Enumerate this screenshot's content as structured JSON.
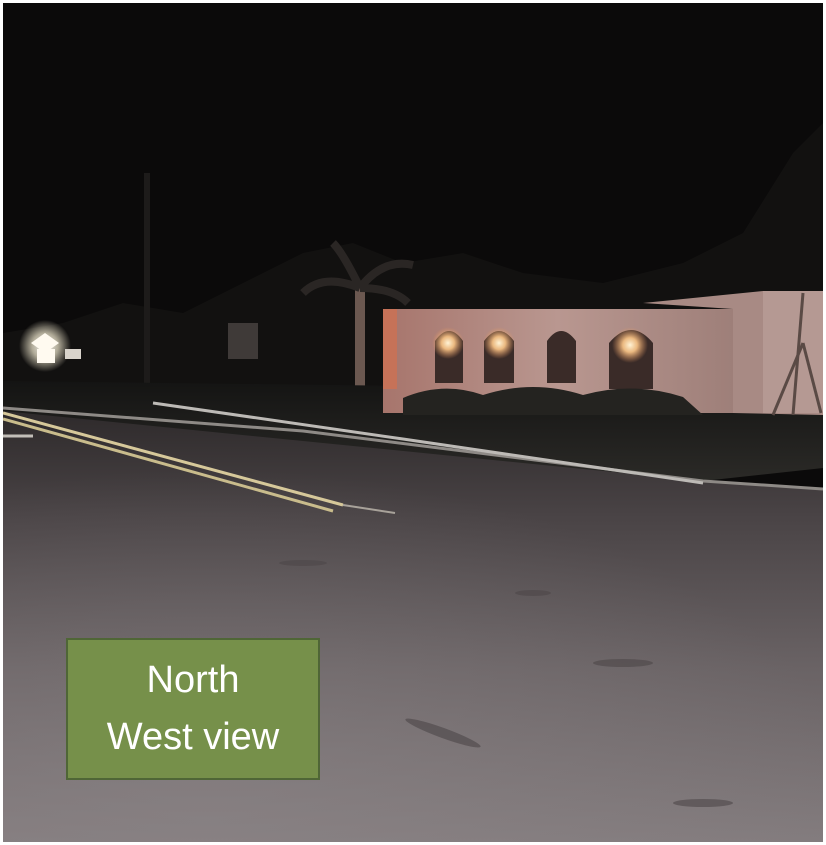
{
  "photo": {
    "scene": "night-street-view",
    "colors": {
      "sky": "#0b0a0a",
      "road": "#6d6668",
      "wall_lit": "#b7918a",
      "lamp_glow": "#ffd9a8",
      "caption_bg": "#76904a",
      "caption_border": "#4f6636",
      "caption_text": "#ffffff"
    }
  },
  "caption": {
    "line1": "North",
    "line2": "West view"
  }
}
